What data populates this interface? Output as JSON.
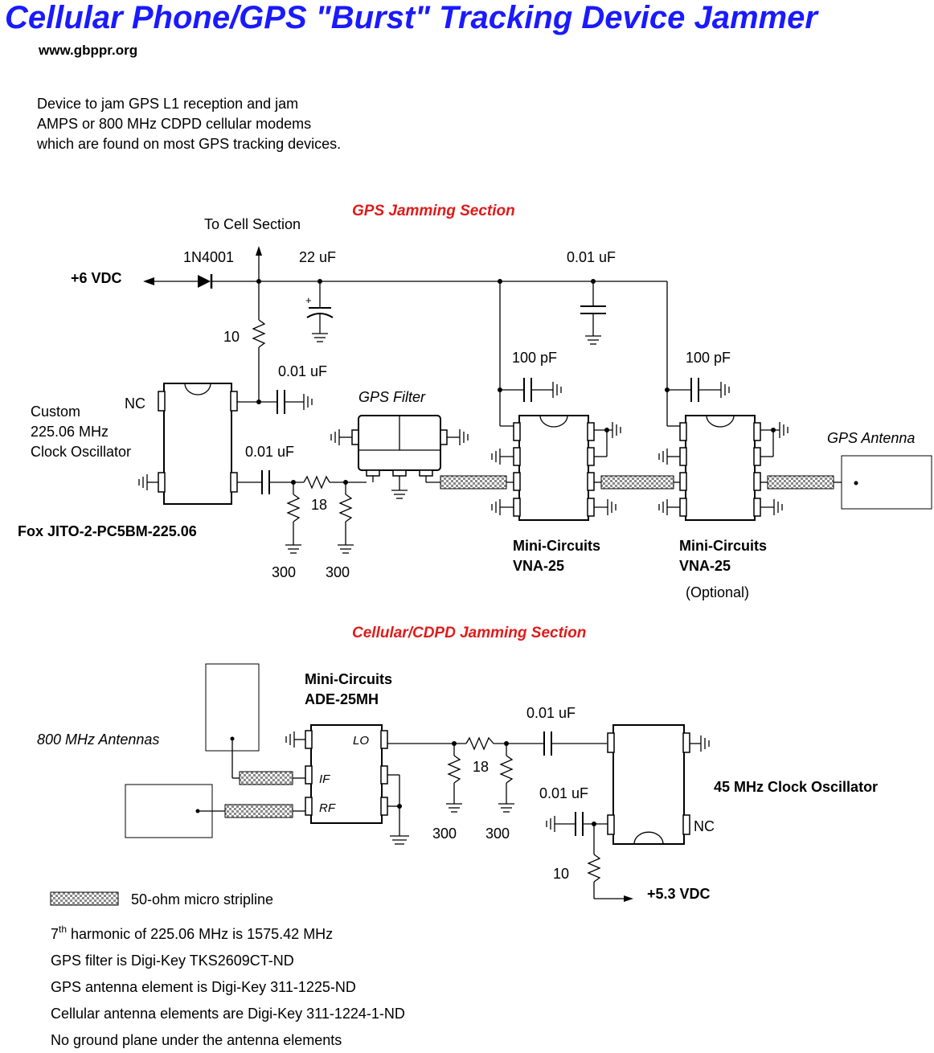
{
  "colors": {
    "title": "#1a1aff",
    "section": "#e01a1a",
    "stripline_fill": "#9a9a9a"
  },
  "header": {
    "title": "Cellular Phone/GPS \"Burst\" Tracking Device Jammer",
    "site": "www.gbppr.org",
    "desc_lines": [
      "Device to jam GPS L1 reception and jam",
      "AMPS or 800 MHz CDPD cellular modems",
      "which are found on most GPS tracking devices."
    ]
  },
  "gps": {
    "section_title": "GPS Jamming Section",
    "supply": "+6 VDC",
    "to_cell": "To Cell Section",
    "diode": "1N4001",
    "cap_22u": "22 uF",
    "cap_001_top": "0.01 uF",
    "res_10": "10",
    "cap_001_osc": "0.01 uF",
    "osc_nc": "NC",
    "osc_desc": [
      "Custom",
      "225.06 MHz",
      "Clock Oscillator"
    ],
    "cap_001_out": "0.01 uF",
    "res_18": "18",
    "res_300_a": "300",
    "res_300_b": "300",
    "osc_part": "Fox JITO-2-PC5BM-225.06",
    "filter": "GPS Filter",
    "cap_100p_1": "100 pF",
    "cap_100p_2": "100 pF",
    "amp1": [
      "Mini-Circuits",
      "VNA-25"
    ],
    "amp2": [
      "Mini-Circuits",
      "VNA-25"
    ],
    "optional": "(Optional)",
    "antenna": "GPS Antenna"
  },
  "cell": {
    "section_title": "Cellular/CDPD Jamming Section",
    "mixer": [
      "Mini-Circuits",
      "ADE-25MH"
    ],
    "antennas": "800 MHz Antennas",
    "pin_lo": "LO",
    "pin_if": "IF",
    "pin_rf": "RF",
    "res_18": "18",
    "res_300_a": "300",
    "res_300_b": "300",
    "cap_001_a": "0.01 uF",
    "cap_001_b": "0.01 uF",
    "osc": "45 MHz Clock Oscillator",
    "osc_nc": "NC",
    "res_10": "10",
    "supply": "+5.3 VDC"
  },
  "notes": {
    "stripline": "50-ohm micro stripline",
    "harmonic_pre": "7",
    "harmonic_sup": "th",
    "harmonic_post": " harmonic of 225.06 MHz is 1575.42 MHz",
    "lines": [
      "GPS filter is Digi-Key TKS2609CT-ND",
      "GPS antenna element is Digi-Key 311-1225-ND",
      "Cellular antenna elements are Digi-Key 311-1224-1-ND",
      "No ground plane under the antenna elements"
    ]
  }
}
